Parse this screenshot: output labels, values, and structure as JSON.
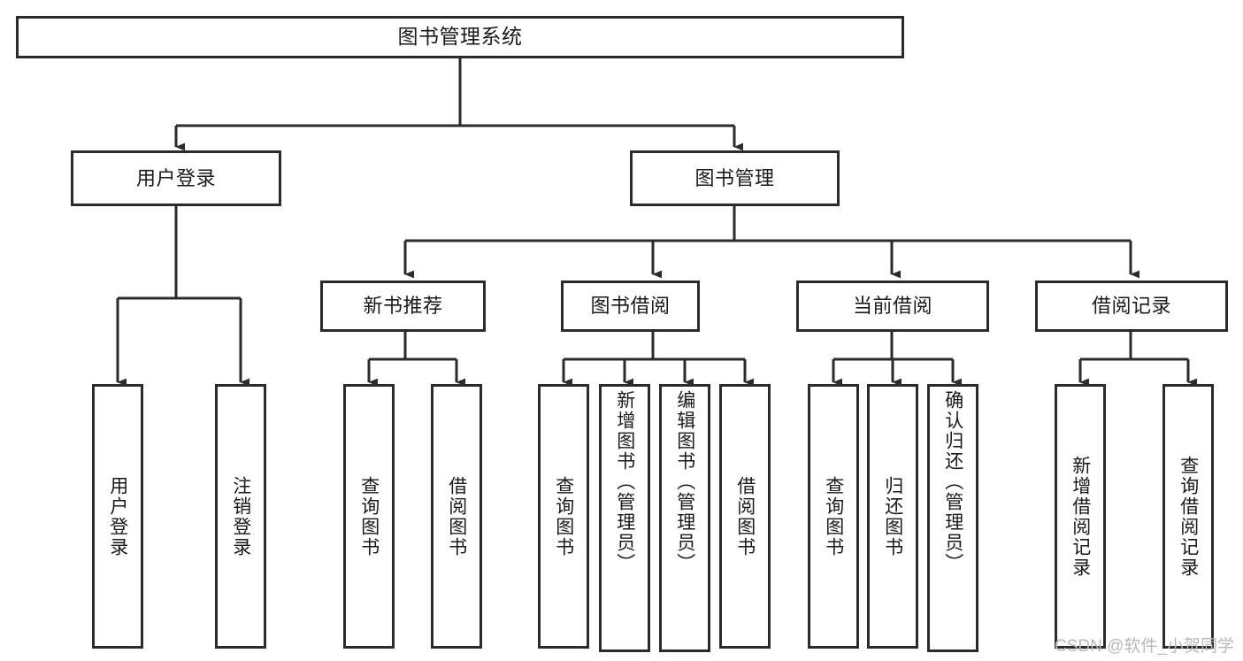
{
  "diagram": {
    "title": "图书管理系统",
    "type": "功能结构图",
    "style": {
      "background": "#ffffff",
      "box_border": "#2b2b2b",
      "box_fill": "#ffffff",
      "edge_color": "#2b2b2b",
      "text_color": "#1a1a1a",
      "watermark_color": "#b9b9b9"
    }
  },
  "nodes": {
    "root": {
      "label": "图书管理系统",
      "level": 1,
      "orientation": "horizontal"
    },
    "level2": [
      {
        "id": "user-login",
        "label": "用户登录",
        "orientation": "horizontal"
      },
      {
        "id": "book-manage",
        "label": "图书管理",
        "orientation": "horizontal"
      }
    ],
    "level3": [
      {
        "id": "new-book-recommend",
        "label": "新书推荐",
        "orientation": "horizontal",
        "parent": "book-manage"
      },
      {
        "id": "book-borrow",
        "label": "图书借阅",
        "orientation": "horizontal",
        "parent": "book-manage"
      },
      {
        "id": "current-borrow",
        "label": "当前借阅",
        "orientation": "horizontal",
        "parent": "book-manage"
      },
      {
        "id": "borrow-record",
        "label": "借阅记录",
        "orientation": "horizontal",
        "parent": "book-manage"
      }
    ],
    "leaves": [
      {
        "id": "leaf-user-login",
        "label": "用户登录",
        "parent": "user-login",
        "orientation": "vertical"
      },
      {
        "id": "leaf-user-logout",
        "label": "注销登录",
        "parent": "user-login",
        "orientation": "vertical"
      },
      {
        "id": "leaf-query-book-1",
        "label": "查询图书",
        "parent": "new-book-recommend",
        "orientation": "vertical"
      },
      {
        "id": "leaf-borrow-book-1",
        "label": "借阅图书",
        "parent": "new-book-recommend",
        "orientation": "vertical"
      },
      {
        "id": "leaf-query-book-2",
        "label": "查询图书",
        "parent": "book-borrow",
        "orientation": "vertical"
      },
      {
        "id": "leaf-add-book",
        "label": "新增图书（管理员）",
        "parent": "book-borrow",
        "orientation": "vertical"
      },
      {
        "id": "leaf-edit-book",
        "label": "编辑图书（管理员）",
        "parent": "book-borrow",
        "orientation": "vertical"
      },
      {
        "id": "leaf-borrow-book-2",
        "label": "借阅图书",
        "parent": "book-borrow",
        "orientation": "vertical"
      },
      {
        "id": "leaf-query-book-3",
        "label": "查询图书",
        "parent": "current-borrow",
        "orientation": "vertical"
      },
      {
        "id": "leaf-return-book",
        "label": "归还图书",
        "parent": "current-borrow",
        "orientation": "vertical"
      },
      {
        "id": "leaf-confirm-return",
        "label": "确认归还（管理员）",
        "parent": "current-borrow",
        "orientation": "vertical"
      },
      {
        "id": "leaf-add-record",
        "label": "新增借阅记录",
        "parent": "borrow-record",
        "orientation": "vertical"
      },
      {
        "id": "leaf-query-record",
        "label": "查询借阅记录",
        "parent": "borrow-record",
        "orientation": "vertical"
      }
    ]
  },
  "watermark": {
    "text": "CSDN @软件_小贺同学"
  }
}
